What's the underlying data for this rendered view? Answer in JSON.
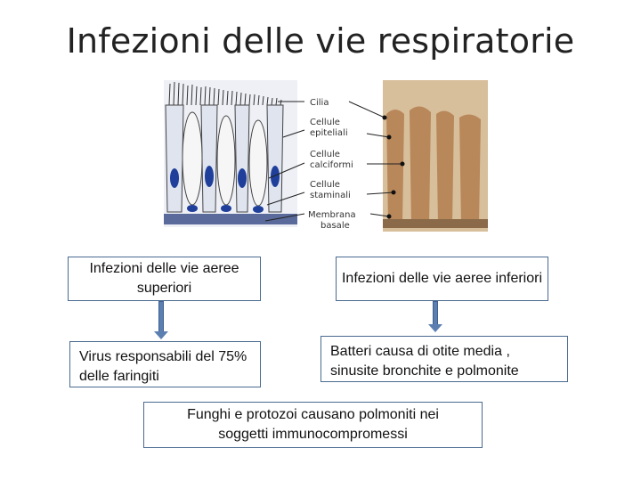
{
  "title": "Infezioni delle vie respiratorie",
  "figure_labels": {
    "cilia": "Cilia",
    "epithelial_1": "Cellule",
    "epithelial_2": "epiteliali",
    "goblet_1": "Cellule",
    "goblet_2": "calciformi",
    "stem_1": "Cellule",
    "stem_2": "staminali",
    "membrane_1": "Membrana",
    "membrane_2": "basale"
  },
  "boxes": {
    "upper": "Infezioni delle vie aeree superiori",
    "lower": "Infezioni delle vie aeree inferiori",
    "virus": "Virus responsabili del 75% delle faringiti",
    "bacteria": "Batteri causa di otite media , sinusite bronchite e polmonite",
    "fungi": "Funghi e protozoi  causano polmoniti nei soggetti immunocompromessi"
  },
  "colors": {
    "box_border": "#4a6a90",
    "arrow": "#5c7fb2",
    "nucleus": "#1f3f9a",
    "sepia": "#b8875a"
  }
}
